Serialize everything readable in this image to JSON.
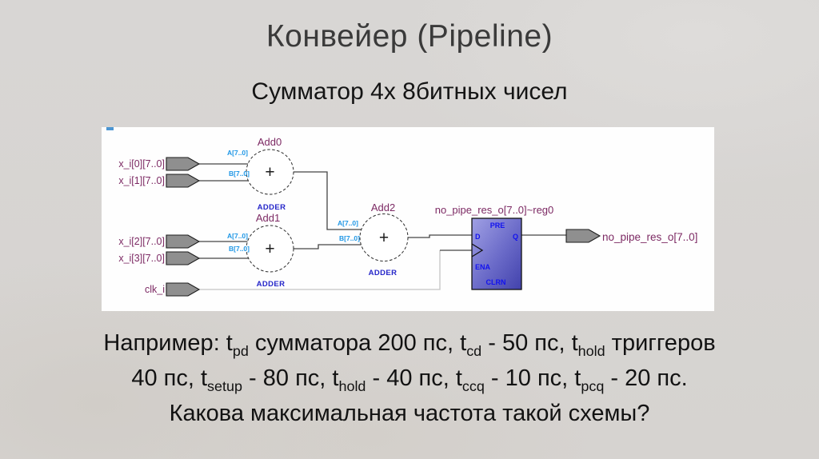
{
  "slide": {
    "title": "Конвейер (Pipeline)",
    "subtitle": "Сумматор 4х 8битных чисел",
    "q1": [
      "Например: t",
      "pd",
      " сумматора 200 пс, t",
      "cd",
      " - 50 пс, t",
      "hold",
      " триггеров"
    ],
    "q2": [
      "40 пс, t",
      "setup",
      " - 80 пс, t",
      "hold",
      " - 40 пс, t",
      "ccq",
      " - 10 пс, t",
      "pcq",
      " - 20 пс."
    ],
    "q3": "Какова максимальная частота такой схемы?"
  },
  "diagram": {
    "input_ports": [
      {
        "name": "x_i[0][7..0]"
      },
      {
        "name": "x_i[1][7..0]"
      },
      {
        "name": "x_i[2][7..0]"
      },
      {
        "name": "x_i[3][7..0]"
      },
      {
        "name": "clk_i"
      }
    ],
    "adders": [
      {
        "instance": "Add0",
        "type": "ADDER",
        "a": "A[7..0]",
        "b": "B[7..0]",
        "op": "+"
      },
      {
        "instance": "Add1",
        "type": "ADDER",
        "a": "A[7..0]",
        "b": "B[7..0]",
        "op": "+"
      },
      {
        "instance": "Add2",
        "type": "ADDER",
        "a": "A[7..0]",
        "b": "B[7..0]",
        "op": "+"
      }
    ],
    "register": {
      "instance": "no_pipe_res_o[7..0]~reg0",
      "pre": "PRE",
      "d": "D",
      "q": "Q",
      "ena": "ENA",
      "clrn": "CLRN"
    },
    "output_port": {
      "name": "no_pipe_res_o[7..0]"
    },
    "colors": {
      "port_name": "#7c2963",
      "bus_label": "#1f97e6",
      "type_label": "#2526c9",
      "reg_pin_label": "#1212ef",
      "reg_fill_light": "#a0a0e4",
      "reg_fill_dark": "#4242ac",
      "wire": "#444444",
      "clk_wire": "#c4c4c4",
      "port_fill": "#8f8f8f",
      "panel_bg": "#fefefe",
      "slide_bg": "#d7d5d3"
    }
  }
}
